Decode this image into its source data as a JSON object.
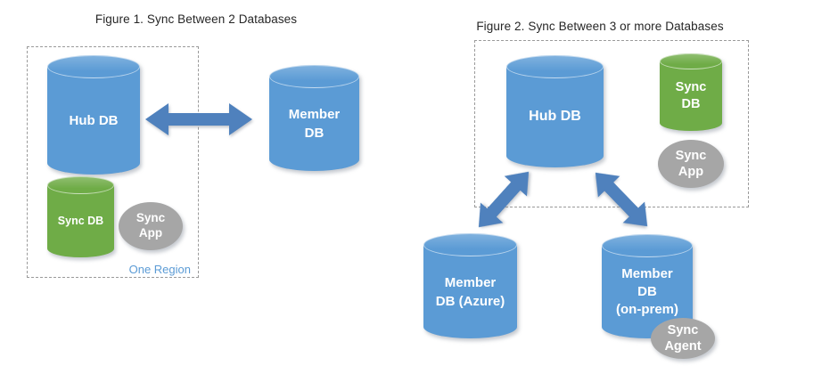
{
  "figure1": {
    "title": "Figure 1. Sync Between 2 Databases",
    "region_label": "One Region",
    "hub_label": "Hub DB",
    "member_lines": [
      "Member",
      "DB"
    ],
    "sync_db_label": "Sync DB",
    "sync_app_lines": [
      "Sync",
      "App"
    ]
  },
  "figure2": {
    "title": "Figure 2. Sync Between 3 or more Databases",
    "hub_label": "Hub DB",
    "sync_db_lines": [
      "Sync",
      "DB"
    ],
    "sync_app_lines": [
      "Sync",
      "App"
    ],
    "member_azure_lines": [
      "Member",
      "DB (Azure)"
    ],
    "member_onprem_lines": [
      "Member",
      "DB",
      "(on-prem)"
    ],
    "sync_agent_lines": [
      "Sync",
      "Agent"
    ]
  },
  "colors": {
    "database_blue": "#5B9BD5",
    "sync_db_green": "#6FAC47",
    "app_gray": "#A6A6A6",
    "arrow_blue": "#4F81BD",
    "region_label_blue": "#5B9BD5"
  }
}
